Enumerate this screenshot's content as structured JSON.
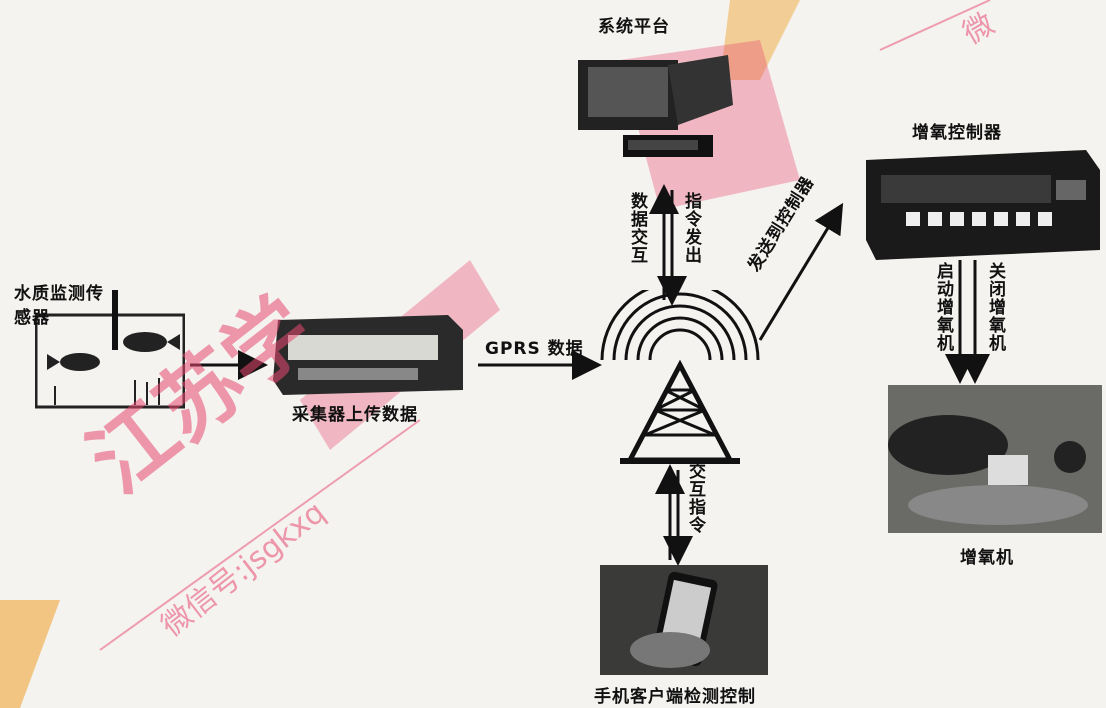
{
  "nodes": {
    "platform": "系统平台",
    "controller": "增氧控制器",
    "sensor": "水质监测传感器",
    "collector": "采集器上传数据",
    "aerator": "增氧机",
    "phone": "手机客户端检测控制"
  },
  "edges": {
    "gprs": "GPRS 数据",
    "data_exchange": "数据交互",
    "command_out": "指令发出",
    "send_to_controller": "发送到控制器",
    "start_aerator": "启动增氧机",
    "stop_aerator": "关闭增氧机",
    "interact_command": "交互指令"
  },
  "watermark": {
    "school": "江苏学",
    "wechat": "微信号:jsgkxq",
    "corner": "微"
  }
}
